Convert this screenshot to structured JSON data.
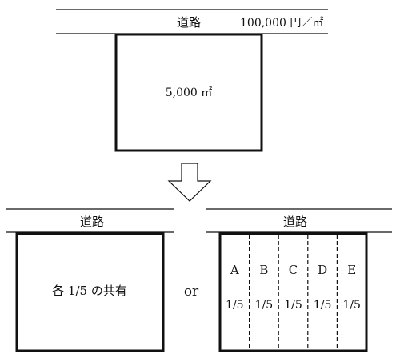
{
  "top": {
    "road_label": "道路",
    "price_label": "100,000 円／㎡",
    "lot_area": "5,000 ㎡"
  },
  "bottom_left": {
    "road_label": "道路",
    "lot_label": "各 1/5 の共有"
  },
  "connector": "or",
  "bottom_right": {
    "road_label": "道路",
    "parcels": [
      {
        "name": "A",
        "share": "1/5"
      },
      {
        "name": "B",
        "share": "1/5"
      },
      {
        "name": "C",
        "share": "1/5"
      },
      {
        "name": "D",
        "share": "1/5"
      },
      {
        "name": "E",
        "share": "1/5"
      }
    ]
  }
}
